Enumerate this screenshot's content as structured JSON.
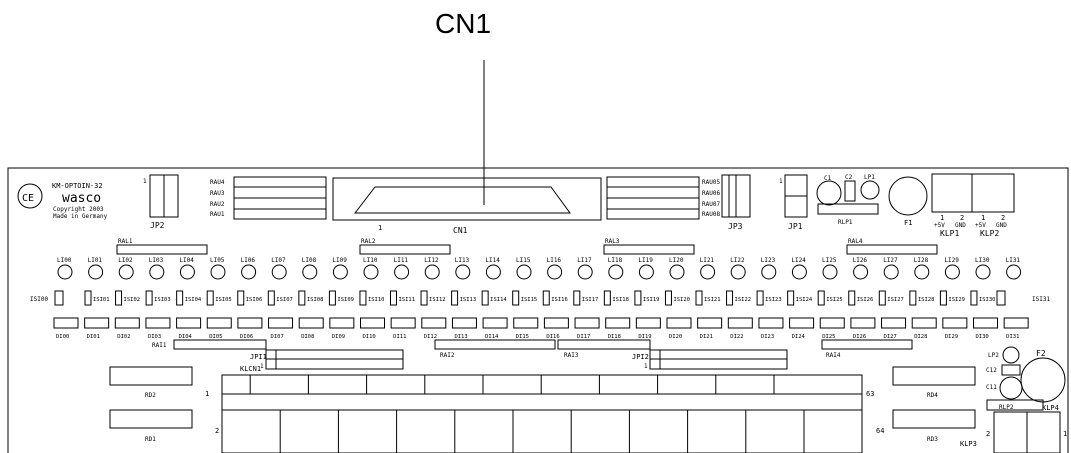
{
  "callout": "CN1",
  "board": {
    "model": "KM-OPTOIN-32",
    "brand": "wasco",
    "copyright": "Copyright 2003",
    "made_in": "Made in Germany"
  },
  "labels": {
    "jp2": "JP2",
    "jp3": "JP3",
    "jp1": "JP1",
    "cn1": "CN1",
    "cn1_pin": "1",
    "c1": "C1",
    "c2": "C2",
    "lp1": "LP1",
    "rlp1": "RLP1",
    "f1": "F1",
    "klp1": "KLP1",
    "klp2": "KLP2",
    "klp_pin1": "1",
    "klp_pin2": "2",
    "plus5v": "+5V",
    "gnd": "GND",
    "jp_pin1": "1",
    "rau_left": [
      "RAU4",
      "RAU3",
      "RAU2",
      "RAU1"
    ],
    "rau_right": [
      "RAU05",
      "RAU06",
      "RAU07",
      "RAU08"
    ],
    "ral": [
      "RAL1",
      "RAL2",
      "RAL3",
      "RAL4"
    ],
    "isi00": "ISI00",
    "isi31": "ISI31",
    "rai": [
      "RAI1",
      "RAI2",
      "RAI3",
      "RAI4"
    ],
    "jpi1": "JPI1",
    "jpi2": "JPI2",
    "klcn1": "KLCN1",
    "rd": [
      "RD2",
      "RD1",
      "RD4",
      "RD3"
    ],
    "lp2": "LP2",
    "c12": "C12",
    "c11": "C11",
    "f2": "F2",
    "rlp2": "RLP2",
    "klp4": "KLP4",
    "klp3": "KLP3",
    "term_1": "1",
    "term_2": "2",
    "term_63": "63",
    "term_64": "64"
  },
  "led_labels": [
    "LI00",
    "LI01",
    "LI02",
    "LI03",
    "LI04",
    "LI05",
    "LI06",
    "LI07",
    "LI08",
    "LI09",
    "LI10",
    "LI11",
    "LI12",
    "LI13",
    "LI14",
    "LI15",
    "LI16",
    "LI17",
    "LI18",
    "LI19",
    "LI20",
    "LI21",
    "LI22",
    "LI23",
    "LI24",
    "LI25",
    "LI26",
    "LI27",
    "LI28",
    "LI29",
    "LI30",
    "LI31"
  ],
  "isi_labels": [
    "ISI01",
    "ISI02",
    "ISI03",
    "ISI04",
    "ISI05",
    "ISI06",
    "ISI07",
    "ISI08",
    "ISI09",
    "ISI10",
    "ISI11",
    "ISI12",
    "ISI13",
    "ISI14",
    "ISI15",
    "ISI16",
    "ISI17",
    "ISI18",
    "ISI19",
    "ISI20",
    "ISI21",
    "ISI22",
    "ISI23",
    "ISI24",
    "ISI25",
    "ISI26",
    "ISI27",
    "ISI28",
    "ISI29",
    "ISI30"
  ],
  "di_labels": [
    "DI00",
    "DI01",
    "DI02",
    "DI03",
    "DI04",
    "DI05",
    "DI06",
    "DI07",
    "DI08",
    "DI09",
    "DI10",
    "DI11",
    "DI12",
    "DI13",
    "DI14",
    "DI15",
    "DI16",
    "DI17",
    "DI18",
    "DI19",
    "DI20",
    "DI21",
    "DI22",
    "DI23",
    "DI24",
    "DI25",
    "DI26",
    "DI27",
    "DI28",
    "DI29",
    "DI30",
    "DI31"
  ]
}
